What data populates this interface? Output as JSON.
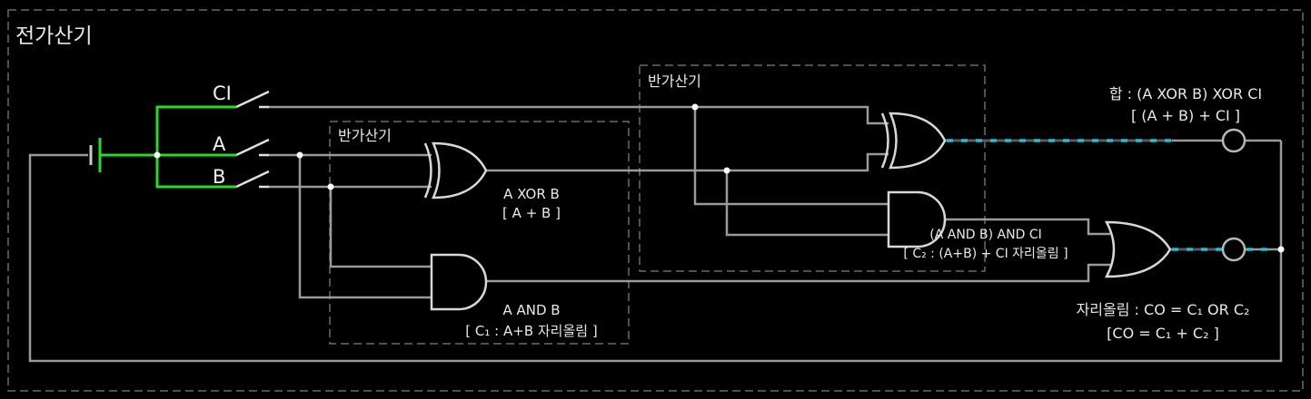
{
  "title": "전가산기",
  "half_adder_1": {
    "label": "반가산기"
  },
  "half_adder_2": {
    "label": "반가산기"
  },
  "switches": {
    "ci": "CI",
    "a": "A",
    "b": "B"
  },
  "xor1": {
    "line1": "A XOR B",
    "line2": "[ A + B ]"
  },
  "and1": {
    "line1": "A AND B",
    "line2": "[ C₁ : A+B 자리올림 ]"
  },
  "and2": {
    "line1": "(A AND B) AND CI",
    "line2": "[ C₂ : (A+B) + CI 자리올림 ]"
  },
  "sum": {
    "line1": "합 : (A XOR B) XOR CI",
    "line2": "[ (A + B) + CI ]"
  },
  "carry": {
    "line1": "자리올림 : CO = C₁ OR C₂",
    "line2": "[CO = C₁ + C₂ ]"
  },
  "colors": {
    "wire": "#9a9a9a",
    "active": "#22dd22",
    "output": "#19c3d6",
    "frame": "#6a6a6a",
    "gate": "#d8d8d8"
  }
}
